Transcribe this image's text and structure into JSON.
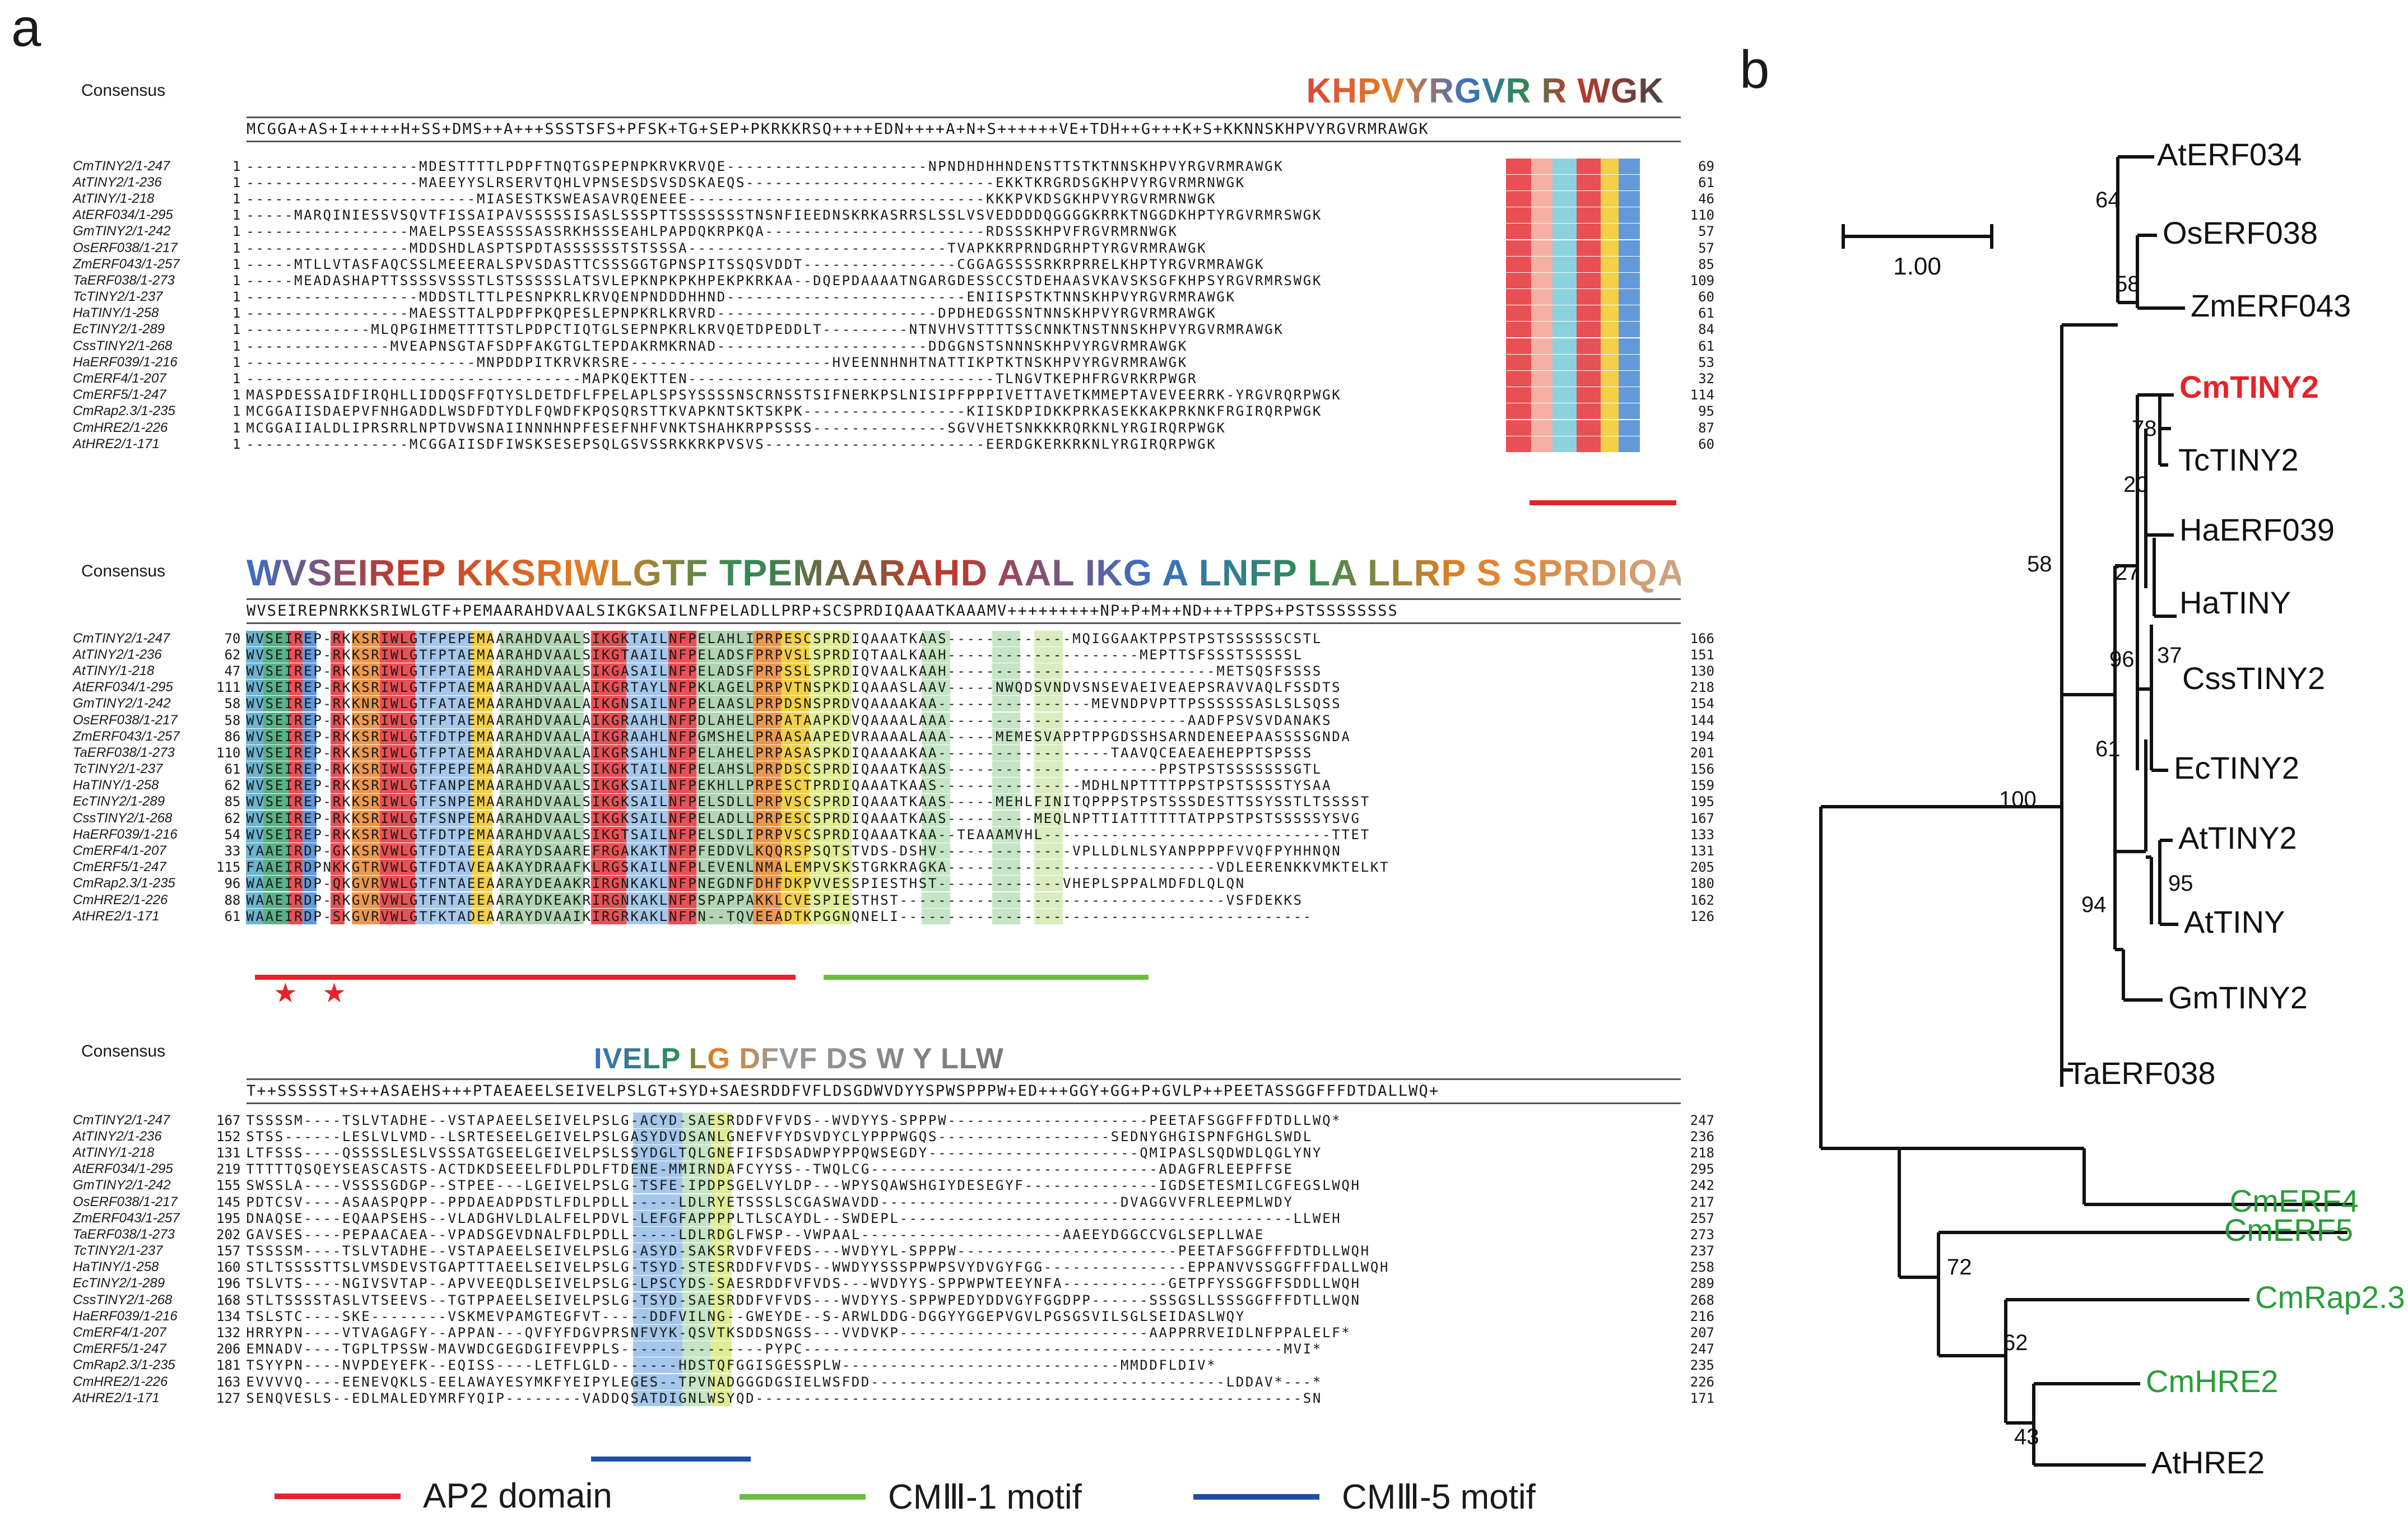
{
  "panels": {
    "a": "a",
    "b": "b"
  },
  "consensus_label": "Consensus",
  "blocks": [
    {
      "id": "block1",
      "consensus_seq": "MCGGA+AS+I+++++H+SS+DMS++A+++SSSTSFS+PFSK+TG+SEP+PKRKKRSQ++++EDN++++A+N+S++++++VE+TDH++G+++K+S+KKNNSKHPVYRGVRMRAWGK",
      "logo_letters": "KHPVYRGVR R WGK",
      "rows": [
        {
          "name": "CmTINY2/1-247",
          "start": "1",
          "seq": "------------------MDESTTTTLPDPFTNQTGSPEPNPKRVKRVQE---------------------NPNDHDHHNDENSTTSTKTNNSKHPVYRGVRMRAWGK",
          "end": "69"
        },
        {
          "name": "AtTINY2/1-236",
          "start": "1",
          "seq": "------------------MAEEYYSLRSERVTQHLVPNSESDSVSDSKAEQS--------------------------EKKTKRGRDSGKHPVYRGVRMRNWGK",
          "end": "61"
        },
        {
          "name": "AtTINY/1-218",
          "start": "1",
          "seq": "------------------------MIASESTKSWEASAVRQENEEE-------------------------------KKKPVKDSGKHPVYRGVRMRNWGK",
          "end": "46"
        },
        {
          "name": "AtERF034/1-295",
          "start": "1",
          "seq": "-----MARQINIESSVSQVTFISSAIPAVSSSSSISASLSSSPTTSSSSSSSTNSNFIEEDNSKRKASRRSLSSLVSVEDDDDQGGGGKRRKTNGGDKHPTYRGVRMRSWGK",
          "end": "110"
        },
        {
          "name": "GmTINY2/1-242",
          "start": "1",
          "seq": "-----------------MAELPSSEASSSSASSRKHSSSEAHLPAPDQKRPKQA-----------------------RDSSSKHPVFRGVRMRNWGK",
          "end": "57"
        },
        {
          "name": "OsERF038/1-217",
          "start": "1",
          "seq": "-----------------MDDSHDLASPTSPDTASSSSSSTSTSSSA---------------------------TVAPKKRPRNDGRHPTYRGVRMRAWGK",
          "end": "57"
        },
        {
          "name": "ZmERF043/1-257",
          "start": "1",
          "seq": "-----MTLLVTASFAQCSSLMEEERALSPVSDASTTCSSSGGTGPNSPITSSQSVDDT----------------CGGAGSSSSRKRPRRELKHPTYRGVRMRAWGK",
          "end": "85"
        },
        {
          "name": "TaERF038/1-273",
          "start": "1",
          "seq": "-----MEADASHAPTTSSSSVSSSTLSTSSSSSLATSVLEPKNPKPKHPEKPKRKAA--DQEPDAAAATNGARGDESSCCSTDEHAASVKAVSKSGFKHPSYRGVRMRSWGK",
          "end": "109"
        },
        {
          "name": "TcTINY2/1-237",
          "start": "1",
          "seq": "------------------MDDSTLTTLPESNPKRLKRVQENPNDDDHHND-------------------------ENIISPSTKTNNSKHPVYRGVRMRAWGK",
          "end": "60"
        },
        {
          "name": "HaTINY/1-258",
          "start": "1",
          "seq": "-----------------MAESSTTALPDPFPKQPESLEPNPKRLKRVRD-----------------------DPDHEDGSSNTNNSKHPVYRGVRMRAWGK",
          "end": "61"
        },
        {
          "name": "EcTINY2/1-289",
          "start": "1",
          "seq": "-------------MLQPGIHMETTTTSTLPDPCTIQTGLSEPNPKRLKRVQETDPEDDLT---------NTNVHVSTTTTSSCNNKTNSTNNSKHPVYRGVRMRAWGK",
          "end": "84"
        },
        {
          "name": "CssTINY2/1-268",
          "start": "1",
          "seq": "---------------MVEAPNSGTAFSDPFAKGTGLTEPDAKRMKRNAD----------------------DDGGNSTSNNNSKHPVYRGVRMRAWGK",
          "end": "61"
        },
        {
          "name": "HaERF039/1-216",
          "start": "1",
          "seq": "------------------------MNPDDPITKRVKRSRE---------------------HVEENNHNHTNATTIKPTKTNSKHPVYRGVRMRAWGK",
          "end": "53"
        },
        {
          "name": "CmERF4/1-207",
          "start": "1",
          "seq": "-----------------------------------MAPKQEKTTEN--------------------------------TLNGVTKEPHFRGVRKRPWGR",
          "end": "32"
        },
        {
          "name": "CmERF5/1-247",
          "start": "1",
          "seq": "MASPDESSAIDFIRQHLLIDDQSFFQTYSLDETDFLFPELAPLSPSYSSSSNSCRNSSTSIFNERKPSLNISIPFPPPIVETTAVETKMMEPTAVEVEERRK-YRGVRQRPWGK",
          "end": "114"
        },
        {
          "name": "CmRap2.3/1-235",
          "start": "1",
          "seq": "MCGGAIISDAEPVFNHGADDLWSDFDTYDLFQWDFKPQSQRSTTKVAPKNTSKTSKPK-----------------KIISKDPIDKKPRKASEKKAKPRKNKFRGIRQRPWGK",
          "end": "95"
        },
        {
          "name": "CmHRE2/1-226",
          "start": "1",
          "seq": "MCGGAIIALDLIPRSRRLNPTDVWSNAIINNNHNPFESEFNHFVNKTSHAHKRPPSSSS--------------SGVVHETSNKKKRQRKNLYRGIRQRPWGK",
          "end": "87"
        },
        {
          "name": "AtHRE2/1-171",
          "start": "1",
          "seq": "-----------------MCGGAIISDFIWSKSESEPSQLGSVSSRKKRKPVSVS-----------------------EERDGKERKRKNLYRGIRQRPWGK",
          "end": "60"
        }
      ]
    },
    {
      "id": "block2",
      "consensus_seq": "WVSEIREPNRKKSRIWLGTF+PEMAARAHDVAALSIKGKSAILNFPELADLLPRP+SCSPRDIQAAATKAAAMV+++++++++NP+P+M++ND+++TPPS+PSTSSSSSSSS",
      "logo_letters": "WVSEIREP KKSRIWLGTF TPEMAARAHD AAL IKG A LNFP LA LLRP S SPRDIQAA KAA",
      "rows": [
        {
          "name": "CmTINY2/1-247",
          "start": "70",
          "seq": "WVSEIREP-RKKSRIWLGTFPEPEMAARAHDVAALSIKGKTAILNFPELAHLIPRPESCSPRDIQAAATKAAS-------------MQIGGAAKTPPSTPSTSSSSSSCSTL",
          "end": "166"
        },
        {
          "name": "AtTINY2/1-236",
          "start": "62",
          "seq": "WVSEIREP-RKKSRIWLGTFPTAEMAARAHDVAALSIKGTAAILNFPELADSFPRPVSLSPRDIQTAALKAAH--------------------MEPTTSFSSSTSSSSSL",
          "end": "151"
        },
        {
          "name": "AtTINY/1-218",
          "start": "47",
          "seq": "WVSEIREP-RKKSRIWLGTFPTAEMAARAHDVAALSIKGASAILNFPELADSFPRPSSLSPRDIQVAALKAAH----------------------------METSQSFSSSS",
          "end": "130"
        },
        {
          "name": "AtERF034/1-295",
          "start": "111",
          "seq": "WVSEIREP-RKKSRIWLGTFPTAEMAARAHDVAALAIKGRTAYLNFPKLAGELPRPVTNSPKDIQAAASLAAV-----NWQDSVNDVSNSEVAEIVEAEPSRAVVAQLFSSDTS",
          "end": "218"
        },
        {
          "name": "GmTINY2/1-242",
          "start": "58",
          "seq": "WVSEIREP-RKKNRIWLGTFATAEMAARAHDVAALAIKGNSAILNFPELAASLPRPDSNSPRDVQAAAAKAA----------------MEVNDPVPTTPSSSSSSASLSLSQSS",
          "end": "154"
        },
        {
          "name": "OsERF038/1-217",
          "start": "58",
          "seq": "WVSEIREP-RKKSRIWLGTFPTAEMAARAHDVAALAIKGRAAHLNFPDLAHELPRPATAAPKDVQAAAALAAA-------------------------AADFPSVSVDANAKS",
          "end": "144"
        },
        {
          "name": "ZmERF043/1-257",
          "start": "86",
          "seq": "WVSEIREP-RKKSRIWLGTFDTPEMAARAHDVAALAIKGRAAHLNFPGMSHELPRAASAAPEDVRAAAALAAA-----MEMESVAPPTPPGDSSHSARNDENEEPAASSSSGNDA",
          "end": "194"
        },
        {
          "name": "TaERF038/1-273",
          "start": "110",
          "seq": "WVSEIREP-RKKSRIWLGTFPTAEMAARAHDVAALAIKGRSAHLNFPELAHELPRPASASPKDIQAAAAKAA------------------TAAVQCEAEAEHEPPTSPSSS",
          "end": "201"
        },
        {
          "name": "TcTINY2/1-237",
          "start": "61",
          "seq": "WVSEIREP-RKKSRIWLGTFPEPEMAARAHDVAALSIKGKTAILNFPELAHSLPRPDSCSPRDIQAAATKAAS----------------------PPSTPSTSSSSSSSGTL",
          "end": "156"
        },
        {
          "name": "HaTINY/1-258",
          "start": "62",
          "seq": "WVSEIREP-RKKSRIWLGTFANPEMAARAHDVAALSIKGKSAILNFPEKHLLPRPESCTPRDIQAAATKAAS---------------MDHLNPTTTTPPSTPSTSSSSTYSAA",
          "end": "159"
        },
        {
          "name": "EcTINY2/1-289",
          "start": "85",
          "seq": "WVSEIREP-RKKSRIWLGTFSNPEMAARAHDVAALSIKGKSAILNFPELSDLLPRPVSCSPRDIQAAATKAAS-----MEHLFINITQPPPSTPSTSSSDESTTSSYSSTLTSSSST",
          "end": "195"
        },
        {
          "name": "CssTINY2/1-268",
          "start": "62",
          "seq": "WVSEIREP-RKKSRIWLGTFSNPEMAARAHDVAALSIKGKSAILNFPELADLLPRPESCSPRDIQAAATKAAS---------MEQLNPTTIATTTTTTATPPSTPSTSSSSSYSVG",
          "end": "167"
        },
        {
          "name": "HaERF039/1-216",
          "start": "54",
          "seq": "WVSEIREP-RKKSRIWLGTFDTPEMAARAHDVAALSIKGTSAILNFPELSDLIPRPVSCSPRDIQAAATKAA--TEAAAMVHL------------------------------TTET",
          "end": "133"
        },
        {
          "name": "CmERF4/1-207",
          "start": "33",
          "seq": "YAAEIRDP-GKKSRVWLGTFDTAEEAARAYDSAAREFRGAKAKTNFPFEDDVLKQQRSPSQTSTVDS-DSHV--------------VPLLDLNLSYANPPPPFVVQFPYHHNQN",
          "end": "131"
        },
        {
          "name": "CmERF5/1-247",
          "start": "115",
          "seq": "FAAEIRDPNKKGTRVWLGTFDTAVEAAKAYDRAAFKLRGSKAILNFPLEVENLNMALEMPVSKSTGRKRAGKA----------------------------VDLEERENKKVMKTELKT",
          "end": "205"
        },
        {
          "name": "CmRap2.3/1-235",
          "start": "96",
          "seq": "WAAEIRDP-QKGVRVWLGTFNTAEEAARAYDEAAKRIRGNKAKLNFPNEGDNFDHFDKPVVESSPIESTHST-------------VHEPLSPPALMDFDLQLQN",
          "end": "180"
        },
        {
          "name": "CmHRE2/1-226",
          "start": "88",
          "seq": "WAAEIRDP-RKGVRVWLGTFNTAEEAARAYDKEAKRIRGNKAKLNFPSPAPPAKKLCVESPIESTHST----------------------------------VSFDEKKS",
          "end": "162"
        },
        {
          "name": "AtHRE2/1-171",
          "start": "61",
          "seq": "WAAEIRDP-SKGVRVWLGTFKTADEAARAYDVAAIKIRGRKAKLNFPN--TQVEEADTKPGGNQNELI-------------------------------------------",
          "end": "126"
        }
      ]
    },
    {
      "id": "block3",
      "consensus_seq": "T++SSSSST+S++ASAEHS+++PTAEAEELSEIVELPSLGT+SYD+SAESRDDFVFLDSGDWVDYYSPWSPPPW+ED+++GGY+GG+P+GVLP++PEETASSGGFFFDTDALLWQ+",
      "logo_letters": "IVELP LG DFVF DS W Y LLW",
      "rows": [
        {
          "name": "CmTINY2/1-247",
          "start": "167",
          "seq": "TSSSSM----TSLVTADHE--VSTAPAEELSEIVELPSLG-ACYD-SAESRDDFVFVDS--WVDYYS-SPPPW---------------------PEETAFSGGFFFDTDLLWQ*",
          "end": "247"
        },
        {
          "name": "AtTINY2/1-236",
          "start": "152",
          "seq": "STSS------LESLVLVMD--LSRTESEELGEIVELPSLGASYDVDSANLGNEFVFYDSVDYCLYPPPWGQS------------------SEDNYGHGISPNFGHGLSWDL",
          "end": "236"
        },
        {
          "name": "AtTINY/1-218",
          "start": "131",
          "seq": "LTFSSS----QSSSSLESLVSSSATGSEELGEIVELPSLSSYDGLTQLGNEFIFSDSADWPYPPQWSEGDY----------------------QMIPASLSQDWDLQGLYNY",
          "end": "218"
        },
        {
          "name": "AtERF034/1-295",
          "start": "219",
          "seq": "TTTTTQSQEYSEASCASTS-ACTDKDSEEELFDLPDLFTDENE-MMIRNDAFCYYSS--TWQLCG------------------------------ADAGFRLEEPFFSE",
          "end": "295"
        },
        {
          "name": "GmTINY2/1-242",
          "start": "155",
          "seq": "SWSSLA----VSSSSGDGP--STPEE---LGEIVELPSLG-TSFE-IPDPSGELVYLDP---WPYSQAWSHGIYDESEGYF--------------IGDSETESMILCGFEGSLWQH",
          "end": "242"
        },
        {
          "name": "OsERF038/1-217",
          "start": "145",
          "seq": "PDTCSV----ASAASPQPP--PPDAEADPDSTLFDLPDLL-----LDLRYETSSSLSCGASWAVDD-------------------------DVAGGVVFRLEEPMLWDY",
          "end": "217"
        },
        {
          "name": "ZmERF043/1-257",
          "start": "195",
          "seq": "DNAQSE----EQAAPSEHS--VLADGHVLDLALFELPDVL-LEFGFAPPPPLTLSCAYDL--SWDEPL-----------------------------------------LLWEH",
          "end": "257"
        },
        {
          "name": "TaERF038/1-273",
          "start": "202",
          "seq": "GAVSES----PEPAACAEA--VPADSGEVDNALFDLPDLL-----LDLRDGLFWSP--VWPAAL---------------------AAEEYDGGCCVGLSEPLLWAE",
          "end": "273"
        },
        {
          "name": "TcTINY2/1-237",
          "start": "157",
          "seq": "TSSSSM----TSLVTADHE--VSTAPAEELSEIVELPSLG-ASYD-SAKSRVDFVFEDS---WVDYYL-SPPPW-----------------------PEETAFSGGFFFDTDLLWQH",
          "end": "237"
        },
        {
          "name": "HaTINY/1-258",
          "start": "160",
          "seq": "STLTSSSSTTSLVMSDEVSTGAPTTTAEELSEIVELPSLG-TSYD-STESRDDFVFVDS--WWDYYSSSPPWPSVYDVGYFGG---------------EPPANVVSSGGFFFDALLWQH",
          "end": "258"
        },
        {
          "name": "EcTINY2/1-289",
          "start": "196",
          "seq": "TSLVTS----NGIVSVTAP--APVVEEQDLSEIVELPSLG-LPSCYDS-SAESRDDFVFVDS---WVDYYS-SPPWPWTEEYNFA-----------GETPFYSSGGFFSDDLLWQH",
          "end": "289"
        },
        {
          "name": "CssTINY2/1-268",
          "start": "168",
          "seq": "STLTSSSSTASLVTSEEVS--TGTPPAEELSEIVELPSLG-TSYD-SAESRDDFVFVDS---WVDYYS-SPPWPEDYDDVGYFGGDPP------SSSGSLLSSSGGFFFDTLLWQN",
          "end": "268"
        },
        {
          "name": "HaERF039/1-216",
          "start": "134",
          "seq": "TSLSTC----SKE--------VSKMEVPAMGTEGFVT-----DDFVILNG--GWEYDE--S-ARWLDDG-DGGYYGGEPVGVLPGSGSVILSGLSEIDASLWQY",
          "end": "216"
        },
        {
          "name": "CmERF4/1-207",
          "start": "132",
          "seq": "HRRYPN----VTVAGAGFY--APPAN---QVFYFDGVPRSNFVYK-QSVTKSDDSNGSS---VVDVKP--------------------------AAPPRRVEIDLNFPPALELF*",
          "end": "207"
        },
        {
          "name": "CmERF5/1-247",
          "start": "206",
          "seq": "EMNADV----TGPLTPSSW-MAVWDCGEGDGIFEVPPLS---------------PYPC--------------------------------------------------MVI*",
          "end": "247"
        },
        {
          "name": "CmRap2.3/1-235",
          "start": "181",
          "seq": "TSYYPN----NVPDEYEFK--EQISS----LETFLGLD-------HDSTQFGGISGESSPLW-----------------------------MMDDFLDIV*",
          "end": "235"
        },
        {
          "name": "CmHRE2/1-226",
          "start": "163",
          "seq": "EVVVVQ----EENEVQKLS-EELAWAYESYMKFYEIPYLEGES--TPVNADGGGDGSIELWSFDD-------------------------------------LDDAV*---*",
          "end": "226"
        },
        {
          "name": "AtHRE2/1-171",
          "start": "127",
          "seq": "SENQVESLS--EDLMALEDYMRFYQIP--------VADDQSATDIGNLWSYQD---------------------------------------------------------SN",
          "end": "171"
        }
      ]
    }
  ],
  "legend": [
    {
      "label": "AP2 domain",
      "color": "#e3242b"
    },
    {
      "label": "CMⅢ-1 motif",
      "color": "#6abf3a"
    },
    {
      "label": "CMⅢ-5 motif",
      "color": "#1f4ea8"
    }
  ],
  "tree": {
    "scale_label": "1.00",
    "leaves": [
      {
        "id": "AtERF034",
        "label": "AtERF034",
        "color": "#111111",
        "bold": false
      },
      {
        "id": "OsERF038",
        "label": "OsERF038",
        "color": "#111111",
        "bold": false
      },
      {
        "id": "ZmERF043",
        "label": "ZmERF043",
        "color": "#111111",
        "bold": false
      },
      {
        "id": "CmTINY2",
        "label": "CmTINY2",
        "color": "#e3242b",
        "bold": true
      },
      {
        "id": "TcTINY2",
        "label": "TcTINY2",
        "color": "#111111",
        "bold": false
      },
      {
        "id": "HaERF039",
        "label": "HaERF039",
        "color": "#111111",
        "bold": false
      },
      {
        "id": "HaTINY",
        "label": "HaTINY",
        "color": "#111111",
        "bold": false
      },
      {
        "id": "CssTINY2",
        "label": "CssTINY2",
        "color": "#111111",
        "bold": false
      },
      {
        "id": "EcTINY2",
        "label": "EcTINY2",
        "color": "#111111",
        "bold": false
      },
      {
        "id": "AtTINY2",
        "label": "AtTINY2",
        "color": "#111111",
        "bold": false
      },
      {
        "id": "AtTINY",
        "label": "AtTINY",
        "color": "#111111",
        "bold": false
      },
      {
        "id": "GmTINY2",
        "label": "GmTINY2",
        "color": "#111111",
        "bold": false
      },
      {
        "id": "TaERF038",
        "label": "TaERF038",
        "color": "#111111",
        "bold": false
      },
      {
        "id": "CmERF4",
        "label": "CmERF4",
        "color": "#2a9d3a",
        "bold": false
      },
      {
        "id": "CmERF5",
        "label": "CmERF5",
        "color": "#2a9d3a",
        "bold": false
      },
      {
        "id": "CmRap2.3",
        "label": "CmRap2.3",
        "color": "#2a9d3a",
        "bold": false
      },
      {
        "id": "CmHRE2",
        "label": "CmHRE2",
        "color": "#2a9d3a",
        "bold": false
      },
      {
        "id": "AtHRE2",
        "label": "AtHRE2",
        "color": "#111111",
        "bold": false
      }
    ],
    "bootstrap": [
      "64",
      "58",
      "78",
      "20",
      "27",
      "37",
      "96",
      "61",
      "95",
      "94",
      "58",
      "100",
      "72",
      "62",
      "43"
    ]
  }
}
